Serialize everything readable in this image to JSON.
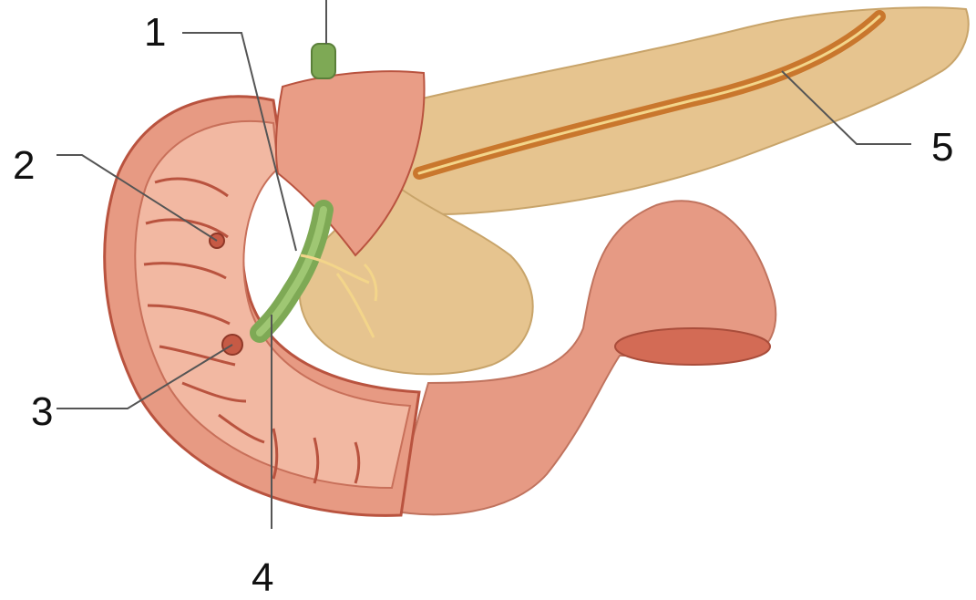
{
  "labels": {
    "l1": "1",
    "l2": "2",
    "l3": "3",
    "l4": "4",
    "l5": "5"
  },
  "colors": {
    "duodenum_outer": "#e79a83",
    "duodenum_light": "#f2b8a2",
    "duodenum_inner": "#d9735c",
    "fold_shadow": "#b9533f",
    "pancreas": "#e6c48f",
    "pancreas_light": "#efd6aa",
    "pancreatic_duct": "#c9772d",
    "duct_vessel": "#f3d58a",
    "bile_duct": "#7ea955",
    "bile_duct_light": "#9fc773",
    "leader_line": "#555555"
  }
}
